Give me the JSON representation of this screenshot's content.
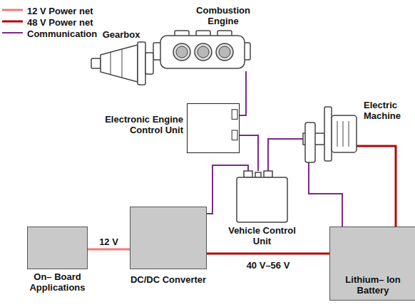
{
  "diagram": {
    "nodes": [
      {
        "text": [
          "Combustion Engine"
        ]
      },
      {
        "text": [
          "Gearbox"
        ]
      },
      {
        "text": [
          "Electronic Engine Control Unit"
        ]
      },
      {
        "text": [
          "Electric Machine"
        ]
      },
      {
        "text": [
          "Vehicle Control Unit"
        ]
      },
      {
        "text": [
          "On– Board Applications"
        ]
      },
      {
        "text": [
          "DC/DC Converter"
        ]
      },
      {
        "text": [
          "Lithium– Ion Battery"
        ]
      }
    ],
    "edges": [
      {
        "from": 0,
        "to": 2,
        "arrow": "none"
      },
      {
        "from": 2,
        "to": 4,
        "arrow": "none"
      },
      {
        "from": 4,
        "to": 3,
        "arrow": "none"
      },
      {
        "from": 3,
        "to": 7,
        "arrow": "none"
      },
      {
        "from": 6,
        "to": 4,
        "arrow": "none"
      },
      {
        "from": 3,
        "to": 7,
        "arrow": "none"
      },
      {
        "from": 6,
        "to": 7,
        "label": "40 V–56 V",
        "arrow": "none"
      },
      {
        "from": 5,
        "to": 6,
        "label": "12 V",
        "arrow": "none"
      }
    ],
    "legend": [
      {
        "text": "12 V Power net"
      },
      {
        "text": "48 V Power net"
      },
      {
        "text": "Communication"
      }
    ]
  }
}
